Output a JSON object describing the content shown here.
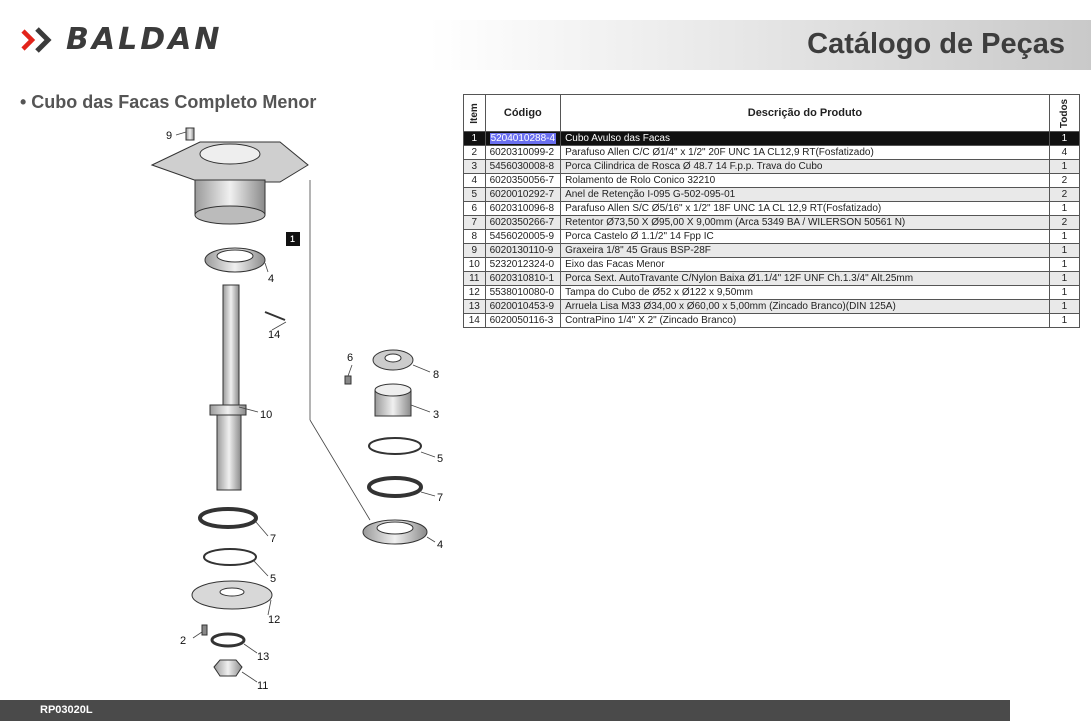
{
  "brand": {
    "name": "BALDAN",
    "accent": "#e2231a"
  },
  "header": {
    "title": "Catálogo de Peças"
  },
  "section": {
    "title": "• Cubo das Facas Completo Menor"
  },
  "diagram": {
    "callouts": [
      "9",
      "1",
      "4",
      "14",
      "10",
      "6",
      "8",
      "3",
      "5",
      "7",
      "4",
      "7",
      "5",
      "12",
      "2",
      "13",
      "11"
    ]
  },
  "table": {
    "headers": {
      "item": "Item",
      "code": "Código",
      "description": "Descrição do Produto",
      "qty": "Todos"
    },
    "rows": [
      {
        "item": "1",
        "code": "5204010288-4",
        "description": "Cubo Avulso das Facas",
        "qty": "1"
      },
      {
        "item": "2",
        "code": "6020310099-2",
        "description": "Parafuso Allen C/C Ø1/4\" x 1/2\" 20F UNC 1A CL12,9 RT(Fosfatizado)",
        "qty": "4"
      },
      {
        "item": "3",
        "code": "5456030008-8",
        "description": "Porca Cilindrica de Rosca Ø 48.7 14 F.p.p. Trava do Cubo",
        "qty": "1"
      },
      {
        "item": "4",
        "code": "6020350056-7",
        "description": "Rolamento de Rolo Conico 32210",
        "qty": "2"
      },
      {
        "item": "5",
        "code": "6020010292-7",
        "description": "Anel de Retenção I-095 G-502-095-01",
        "qty": "2"
      },
      {
        "item": "6",
        "code": "6020310096-8",
        "description": "Parafuso Allen S/C Ø5/16\" x 1/2\" 18F UNC 1A CL 12,9 RT(Fosfatizado)",
        "qty": "1"
      },
      {
        "item": "7",
        "code": "6020350266-7",
        "description": "Retentor Ø73,50 X Ø95,00 X 9,00mm (Arca 5349 BA / WILERSON 50561 N)",
        "qty": "2"
      },
      {
        "item": "8",
        "code": "5456020005-9",
        "description": "Porca Castelo Ø 1.1/2\" 14 Fpp IC",
        "qty": "1"
      },
      {
        "item": "9",
        "code": "6020130110-9",
        "description": "Graxeira 1/8\" 45 Graus BSP-28F",
        "qty": "1"
      },
      {
        "item": "10",
        "code": "5232012324-0",
        "description": "Eixo das Facas Menor",
        "qty": "1"
      },
      {
        "item": "11",
        "code": "6020310810-1",
        "description": "Porca Sext. AutoTravante C/Nylon Baixa Ø1.1/4\" 12F UNF Ch.1.3/4\" Alt.25mm",
        "qty": "1"
      },
      {
        "item": "12",
        "code": "5538010080-0",
        "description": "Tampa do Cubo de Ø52 x Ø122 x 9,50mm",
        "qty": "1"
      },
      {
        "item": "13",
        "code": "6020010453-9",
        "description": "Arruela Lisa M33 Ø34,00 x Ø60,00 x 5,00mm (Zincado Branco)(DIN 125A)",
        "qty": "1"
      },
      {
        "item": "14",
        "code": "6020050116-3",
        "description": "ContraPino 1/4\" X 2\" (Zincado Branco)",
        "qty": "1"
      }
    ],
    "selected_row": 0
  },
  "footer": {
    "code": "RP03020L"
  }
}
